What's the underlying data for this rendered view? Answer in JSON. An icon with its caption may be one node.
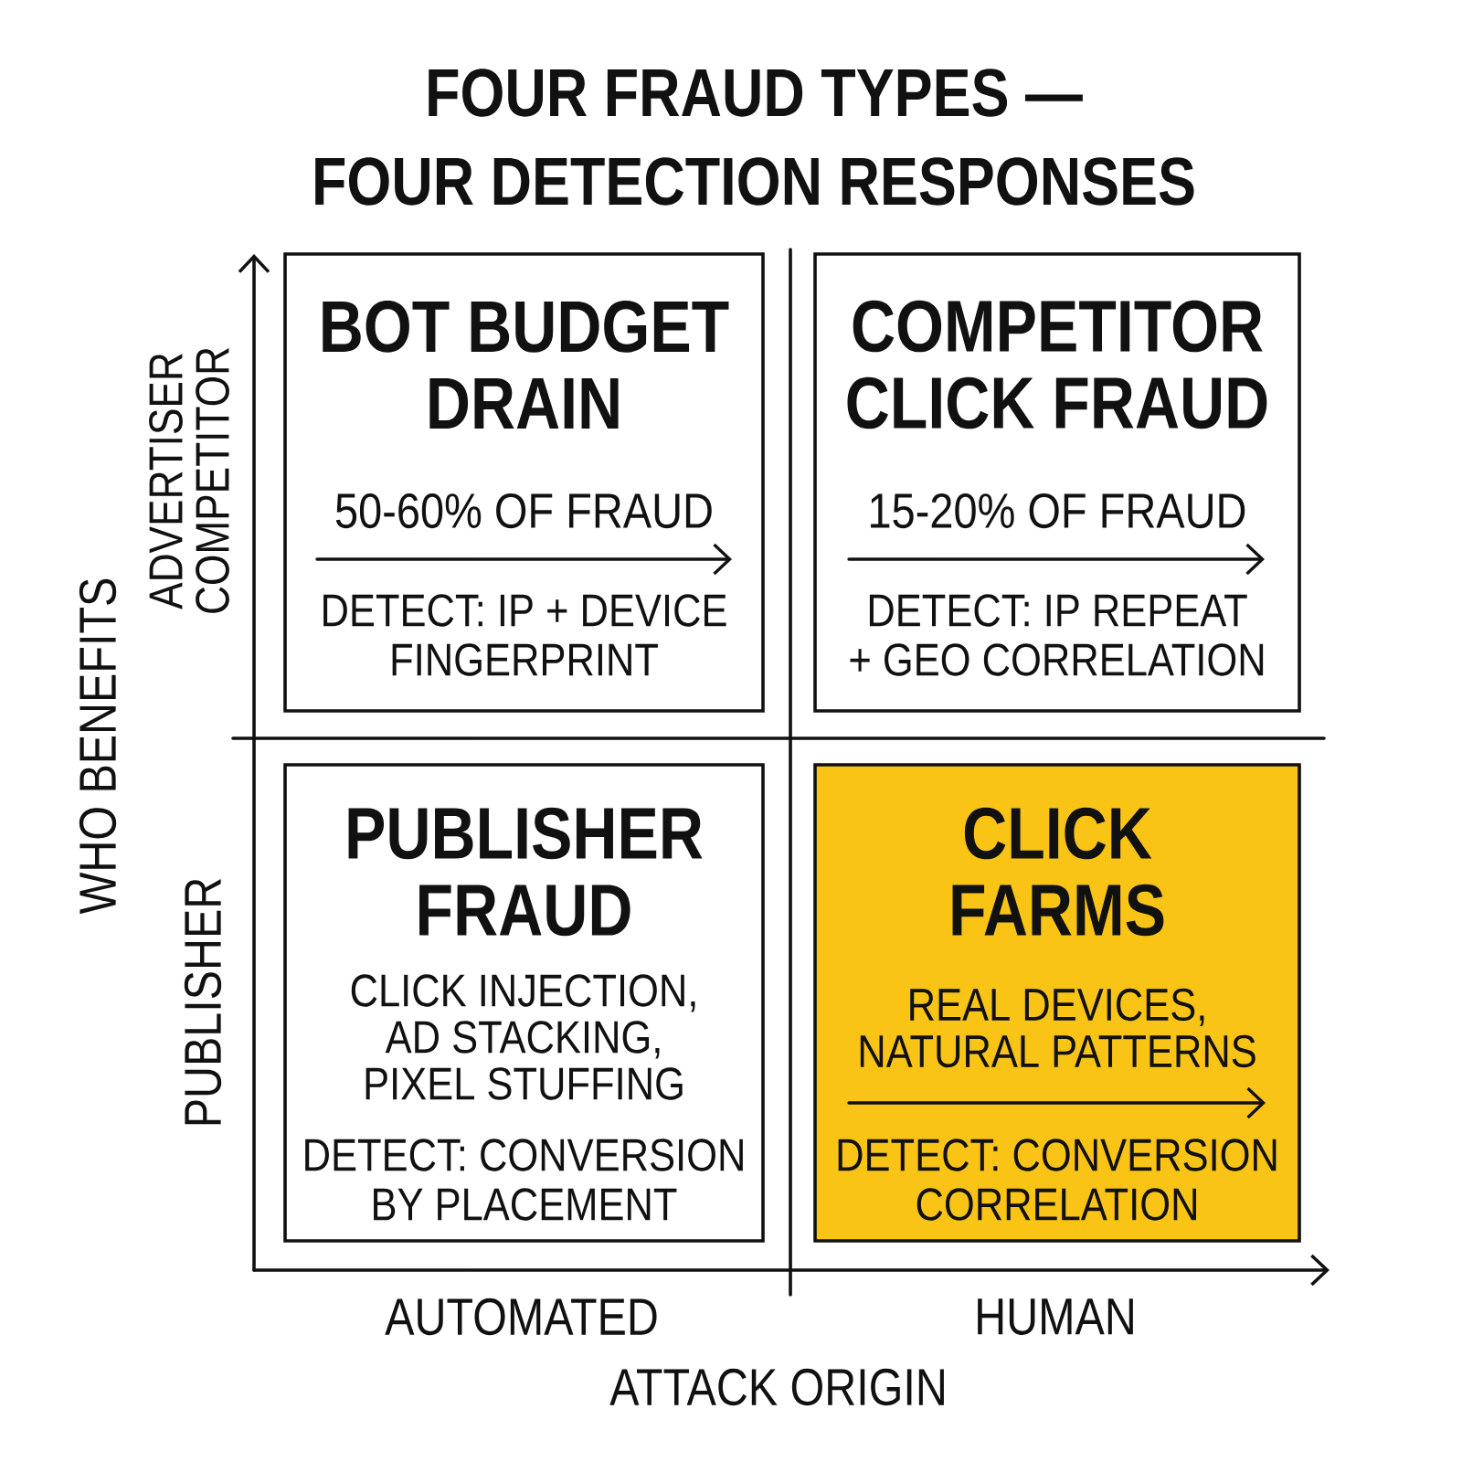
{
  "diagram": {
    "title": "FOUR FRAUD TYPES — FOUR DETECTION RESPONSES",
    "nodes": [
      {
        "text": [
          "BOT BUDGET DRAIN",
          "50-60% OF FRAUD",
          "DETECT: IP + DEVICE FINGERPRINT"
        ]
      },
      {
        "text": [
          "COMPETITOR CLICK FRAUD",
          "15-20% OF FRAUD",
          "DETECT: IP REPEAT + GEO CORRELATION"
        ]
      },
      {
        "text": [
          "PUBLISHER FRAUD",
          "CLICK INJECTION, AD STACKING, PIXEL STUFFING",
          "DETECT: CONVERSION BY PLACEMENT"
        ]
      },
      {
        "text": [
          "CLICK FARMS",
          "REAL DEVICES, NATURAL PATTERNS",
          "DETECT: CONVERSION CORRELATION"
        ]
      }
    ],
    "labels": [
      "ADVERTISER COMPETITOR",
      "WHO BENEFITS",
      "PUBLISHER",
      "AUTOMATED",
      "HUMAN",
      "ATTACK ORIGIN"
    ]
  }
}
